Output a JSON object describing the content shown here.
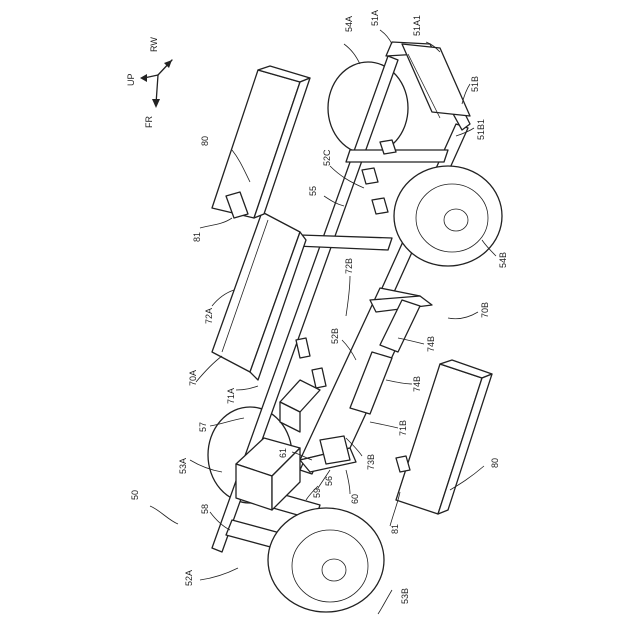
{
  "figure": {
    "directions": {
      "rw": "RW",
      "up": "UP",
      "fr": "FR"
    },
    "labels": {
      "l50": "50",
      "l80a": "80",
      "l81a": "81",
      "l72A": "72A",
      "l70A": "70A",
      "l71A": "71A",
      "l57": "57",
      "l53A": "53A",
      "l58": "58",
      "l52A": "52A",
      "l54A": "54A",
      "l51A": "51A",
      "l51A1": "51A1",
      "l51B": "51B",
      "l51B1": "51B1",
      "l52C": "52C",
      "l55": "55",
      "l72B": "72B",
      "l54B": "54B",
      "l70B": "70B",
      "l52B": "52B",
      "l74Ba": "74B",
      "l74Bb": "74B",
      "l71B": "71B",
      "l73B": "73B",
      "l61": "61",
      "l59": "59",
      "l56": "56",
      "l60": "60",
      "l80b": "80",
      "l81b": "81",
      "l53B": "53B"
    }
  }
}
